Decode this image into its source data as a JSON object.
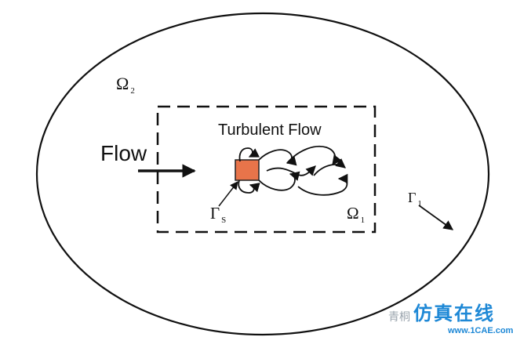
{
  "labels": {
    "omega_outer": "Ω",
    "omega_outer_sub": "2",
    "region_title": "Turbulent Flow",
    "inflow": "Flow",
    "gamma_surface": "Γ",
    "gamma_surface_sub": "S",
    "omega_inner": "Ω",
    "omega_inner_sub": "1",
    "gamma_outer": "Γ",
    "gamma_outer_sub": "1"
  },
  "watermark": {
    "logo_text": "青桐",
    "main_text": "仿真在线",
    "url": "www.1CAE.com"
  },
  "colors": {
    "line": "#111111",
    "obstacle_fill": "#e8744a",
    "obstacle_stroke": "#222222",
    "watermark_blue": "#1e88d6"
  }
}
